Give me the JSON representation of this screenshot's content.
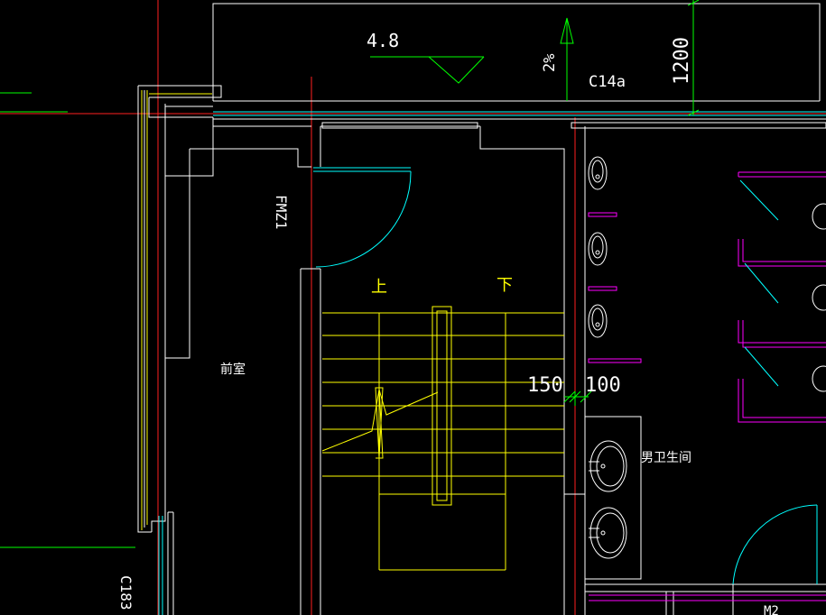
{
  "drawing": {
    "labels": {
      "elevation": "4.8",
      "slope": "2%",
      "window_code": "C14a",
      "dimension_top": "1200",
      "door_code": "FMZ1",
      "stair_up": "上",
      "stair_down": "下",
      "anteroom": "前室",
      "dim_left": "150",
      "dim_right": "100",
      "mens_restroom": "男卫生间",
      "window_code_bottom": "C183",
      "door_code_bottom": "M2"
    },
    "colors": {
      "background": "#000000",
      "wall": "#ffffff",
      "axis": "#ff0000",
      "stair": "#ffff00",
      "window": "#00ffff",
      "dimension": "#00ff00",
      "partition": "#ff00ff"
    }
  }
}
